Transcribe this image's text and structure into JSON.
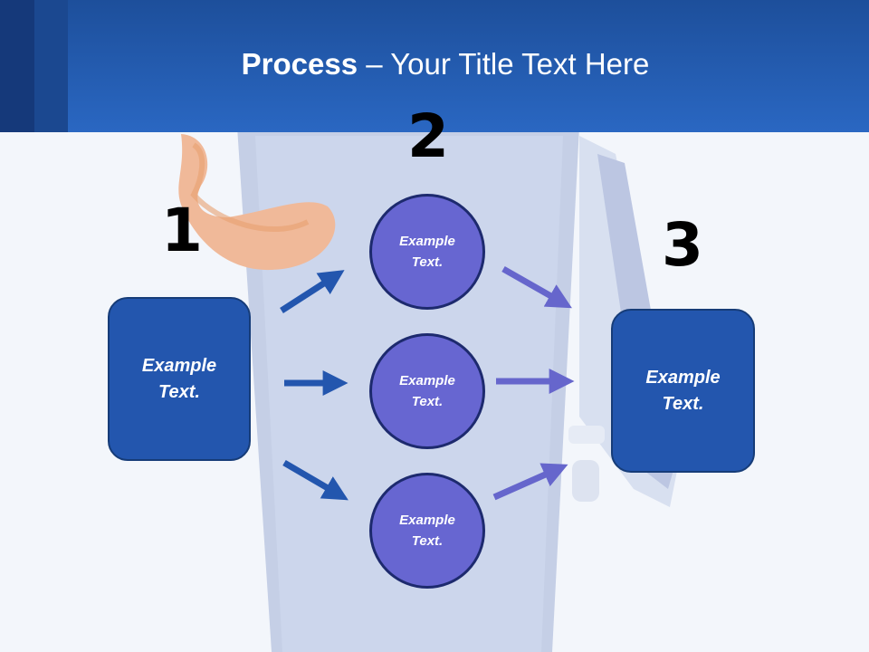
{
  "title": {
    "bold": "Process",
    "rest": " – Your Title Text Here"
  },
  "steps": {
    "one": "1",
    "two": "2",
    "three": "3"
  },
  "left_box": {
    "line1": "Example",
    "line2": "Text."
  },
  "circles": [
    {
      "line1": "Example",
      "line2": "Text."
    },
    {
      "line1": "Example",
      "line2": "Text."
    },
    {
      "line1": "Example",
      "line2": "Text."
    }
  ],
  "right_box": {
    "line1": "Example",
    "line2": "Text."
  },
  "colors": {
    "header": "#2a67c2",
    "box": "#2356ae",
    "circle": "#6766d1",
    "arrow_left": "#2356ae",
    "arrow_right": "#6666cc"
  }
}
